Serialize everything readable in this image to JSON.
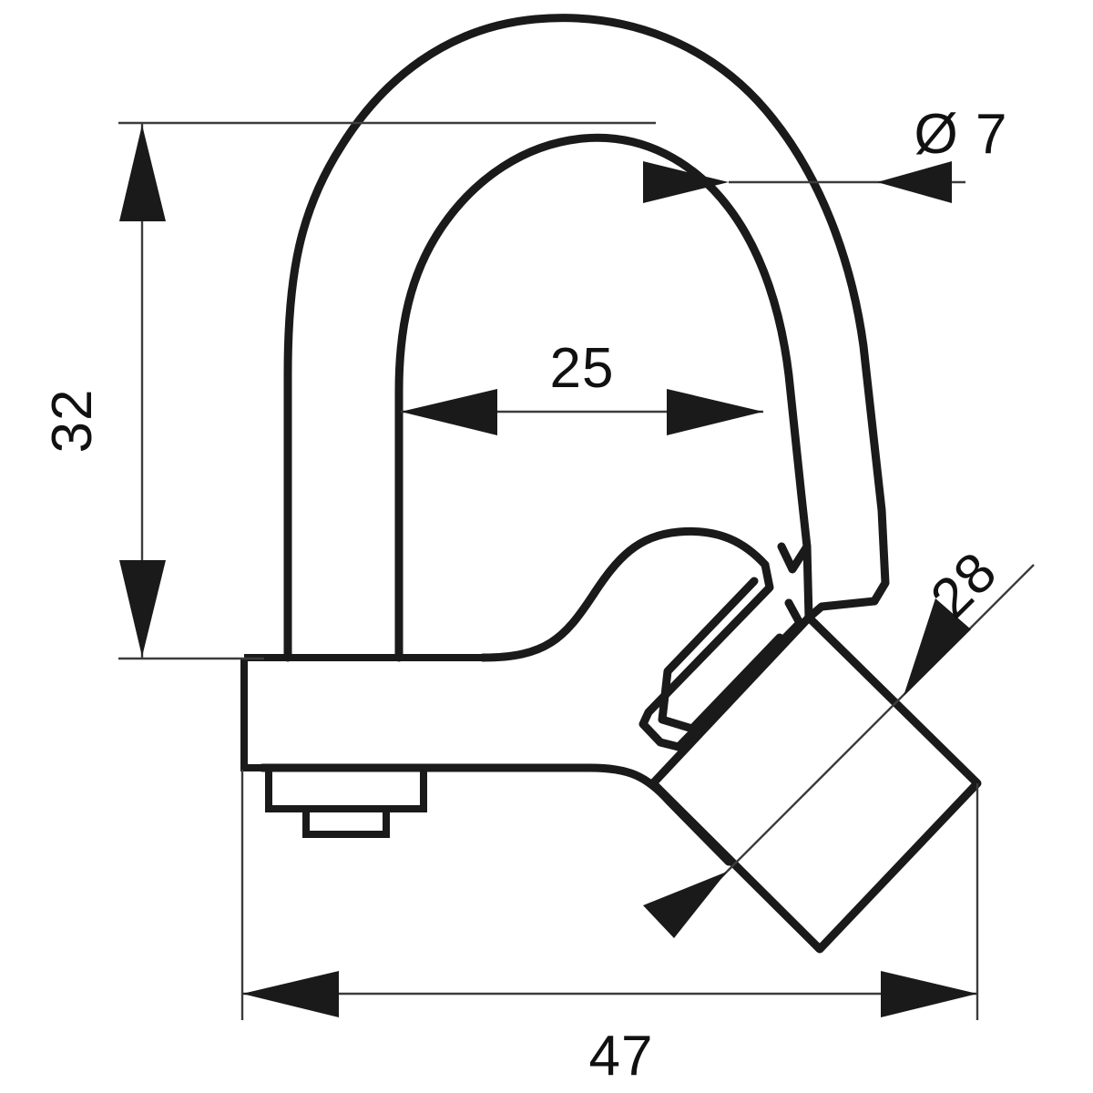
{
  "drawing": {
    "title": "Carabiner snap hook dimensioned drawing",
    "units": "mm",
    "background_color": "#ffffff",
    "line_color": "#1a1a1a",
    "dimension_line_color": "#3c3c3c",
    "text_color": "#111111"
  },
  "dimensions": {
    "height": {
      "label": "32",
      "value": 32,
      "orientation": "vertical",
      "text_rotation_deg": -90,
      "measures": "shackle opening height"
    },
    "inner_width": {
      "label": "25",
      "value": 25,
      "orientation": "horizontal",
      "text_rotation_deg": 0,
      "measures": "inner gate width"
    },
    "bar_diameter": {
      "label": "Ø 7",
      "symbol": "Ø",
      "value": 7,
      "orientation": "horizontal",
      "text_rotation_deg": 0,
      "measures": "wire bar diameter"
    },
    "angled_block": {
      "label": "28",
      "value": 28,
      "orientation": "diagonal",
      "text_rotation_deg": -45,
      "measures": "angled block length"
    },
    "overall_width": {
      "label": "47",
      "value": 47,
      "orientation": "horizontal",
      "text_rotation_deg": 0,
      "measures": "overall width"
    }
  }
}
